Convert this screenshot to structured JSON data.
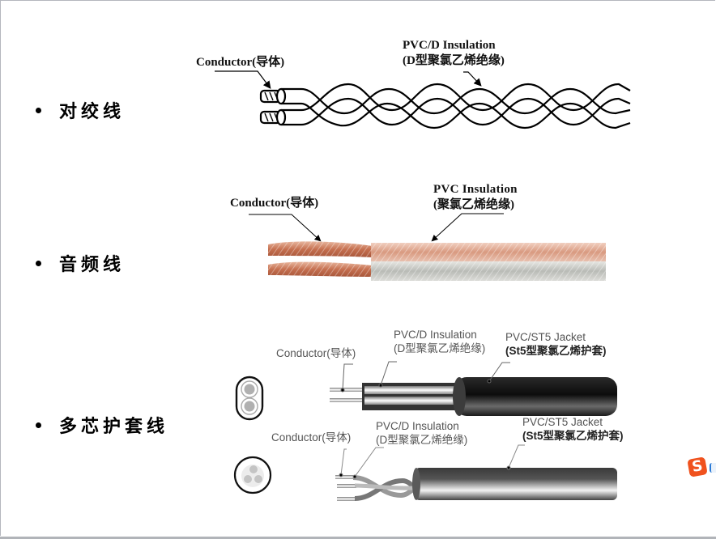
{
  "bullets": [
    {
      "label": "对绞线"
    },
    {
      "label": "音频线"
    },
    {
      "label": "多芯护套线"
    }
  ],
  "twisted_pair": {
    "conductor_label": "Conductor(导体)",
    "insulation_label_en": "PVC/D Insulation",
    "insulation_label_cn": "(D型聚氯乙烯绝缘)"
  },
  "audio_cable": {
    "conductor_label": "Conductor(导体)",
    "insulation_label_en": "PVC  Insulation",
    "insulation_label_cn": "(聚氯乙烯绝缘)"
  },
  "sheathed_flat": {
    "conductor_label": "Conductor(导体)",
    "insulation_label_en": "PVC/D Insulation",
    "insulation_label_cn": "(D型聚氯乙烯绝缘)",
    "jacket_label_en": "PVC/ST5 Jacket",
    "jacket_label_cn": "(St5型聚氯乙烯护套)"
  },
  "sheathed_round": {
    "conductor_label": "Conductor(导体)",
    "insulation_label_en": "PVC/D Insulation",
    "insulation_label_cn": "(D型聚氯乙烯绝缘)",
    "jacket_label_en": "PVC/ST5 Jacket",
    "jacket_label_cn": "(St5型聚氯乙烯护套)"
  },
  "ime_icon": {
    "name": "sogou-ime-icon",
    "glyph": "S",
    "color": "#f0521e"
  },
  "colors": {
    "copper": "#c9785a",
    "copper_light": "#e9b59e",
    "jacket": "#1a1a1a",
    "silver": "#c9cbc8"
  }
}
